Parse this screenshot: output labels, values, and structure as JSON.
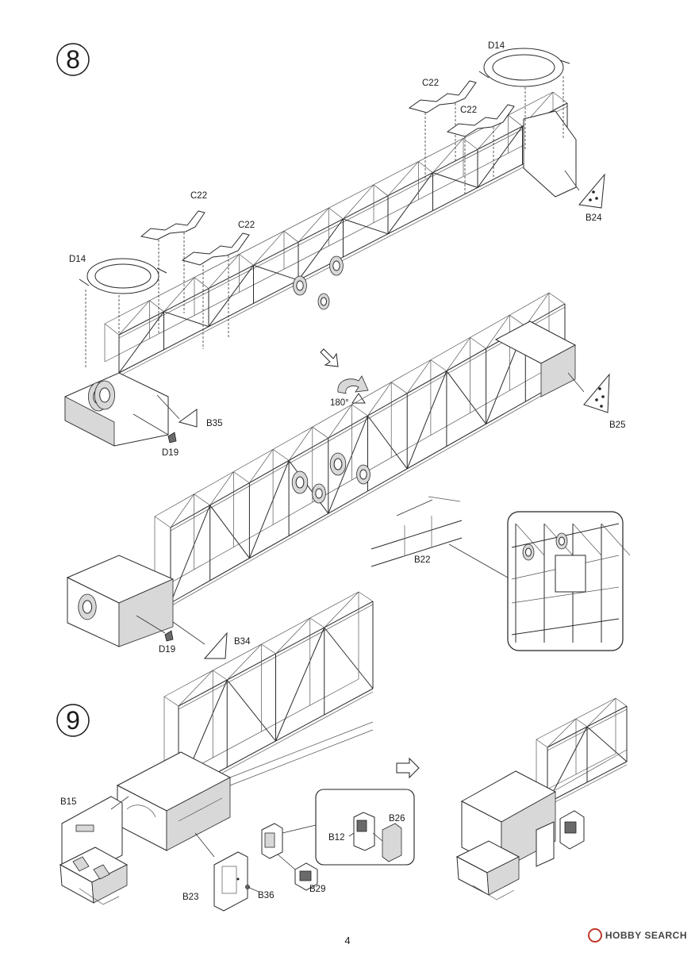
{
  "step8": {
    "number": "8",
    "labels": {
      "d14_near": "D14",
      "c22_a": "C22",
      "c22_b": "C22",
      "c22_c": "C22",
      "c22_d": "C22",
      "d14_far": "D14",
      "b24": "B24",
      "b35": "B35",
      "d19_a": "D19",
      "rotate": "180°",
      "b25": "B25",
      "b22": "B22",
      "b34": "B34",
      "d19_b": "D19"
    }
  },
  "step9": {
    "number": "9",
    "labels": {
      "b15": "B15",
      "b23": "B23",
      "b36": "B36",
      "b29": "B29",
      "b12": "B12",
      "b26": "B26"
    }
  },
  "footer": {
    "page_number": "4",
    "brand": "HOBBY SEARCH"
  },
  "icons": {
    "step_marker": "circled-number-icon",
    "rotate": "rotate-180-icon",
    "direction": "arrow-down-right-icon",
    "next": "outline-arrow-right-icon"
  }
}
